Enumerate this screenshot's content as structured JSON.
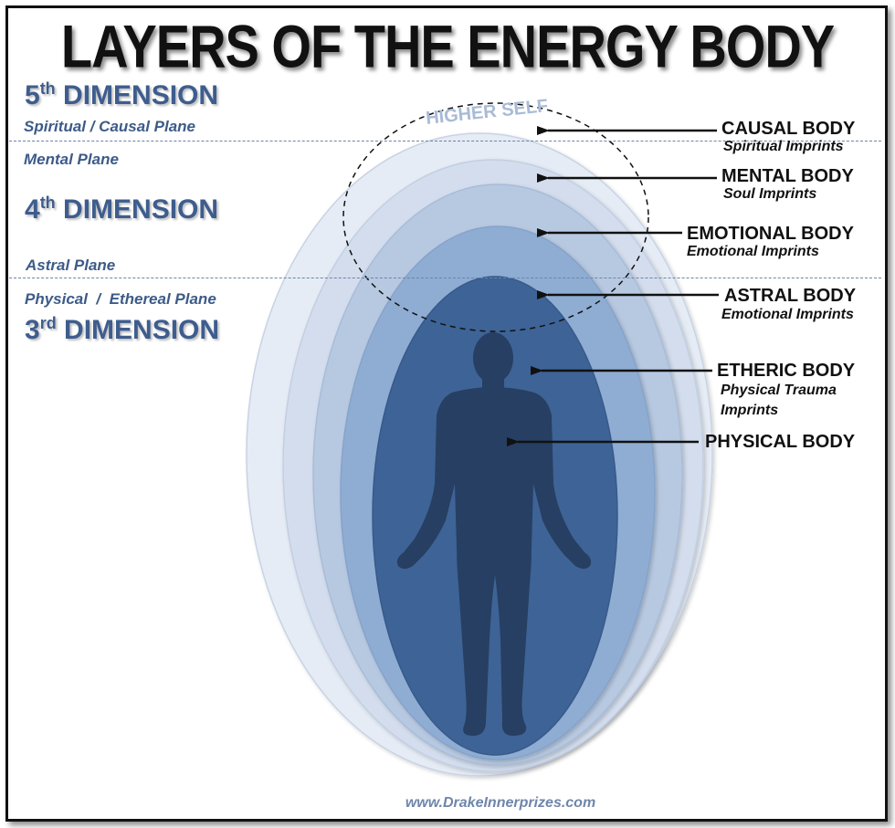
{
  "title": "LAYERS OF THE ENERGY BODY",
  "dimensions": [
    {
      "num": "5",
      "sup": "th",
      "word": "DIMENSION"
    },
    {
      "num": "4",
      "sup": "th",
      "word": "DIMENSION"
    },
    {
      "num": "3",
      "sup": "rd",
      "word": "DIMENSION"
    }
  ],
  "planes": {
    "spiritual": "Spiritual / Causal Plane",
    "mental": "Mental Plane",
    "astral": "Astral Plane",
    "physical": "Physical  /  Ethereal Plane"
  },
  "higher_self": "HIGHER SELF",
  "bodies": [
    {
      "name": "CAUSAL BODY",
      "sub": "Spiritual Imprints"
    },
    {
      "name": "MENTAL BODY",
      "sub": "Soul Imprints"
    },
    {
      "name": "EMOTIONAL BODY",
      "sub": "Emotional Imprints"
    },
    {
      "name": "ASTRAL BODY",
      "sub": "Emotional Imprints"
    },
    {
      "name": "ETHERIC BODY",
      "sub": "Physical Trauma",
      "sub2": "Imprints"
    },
    {
      "name": "PHYSICAL BODY"
    }
  ],
  "footer": "www.DrakeInnerprizes.com",
  "colors": {
    "layer1": "#e6ecf5",
    "layer2": "#d3dded",
    "layer3": "#b7c9e1",
    "layer4": "#8facd2",
    "layer5": "#3e6396",
    "figure": "#263f62",
    "dimension_text": "#3e5d8e"
  }
}
